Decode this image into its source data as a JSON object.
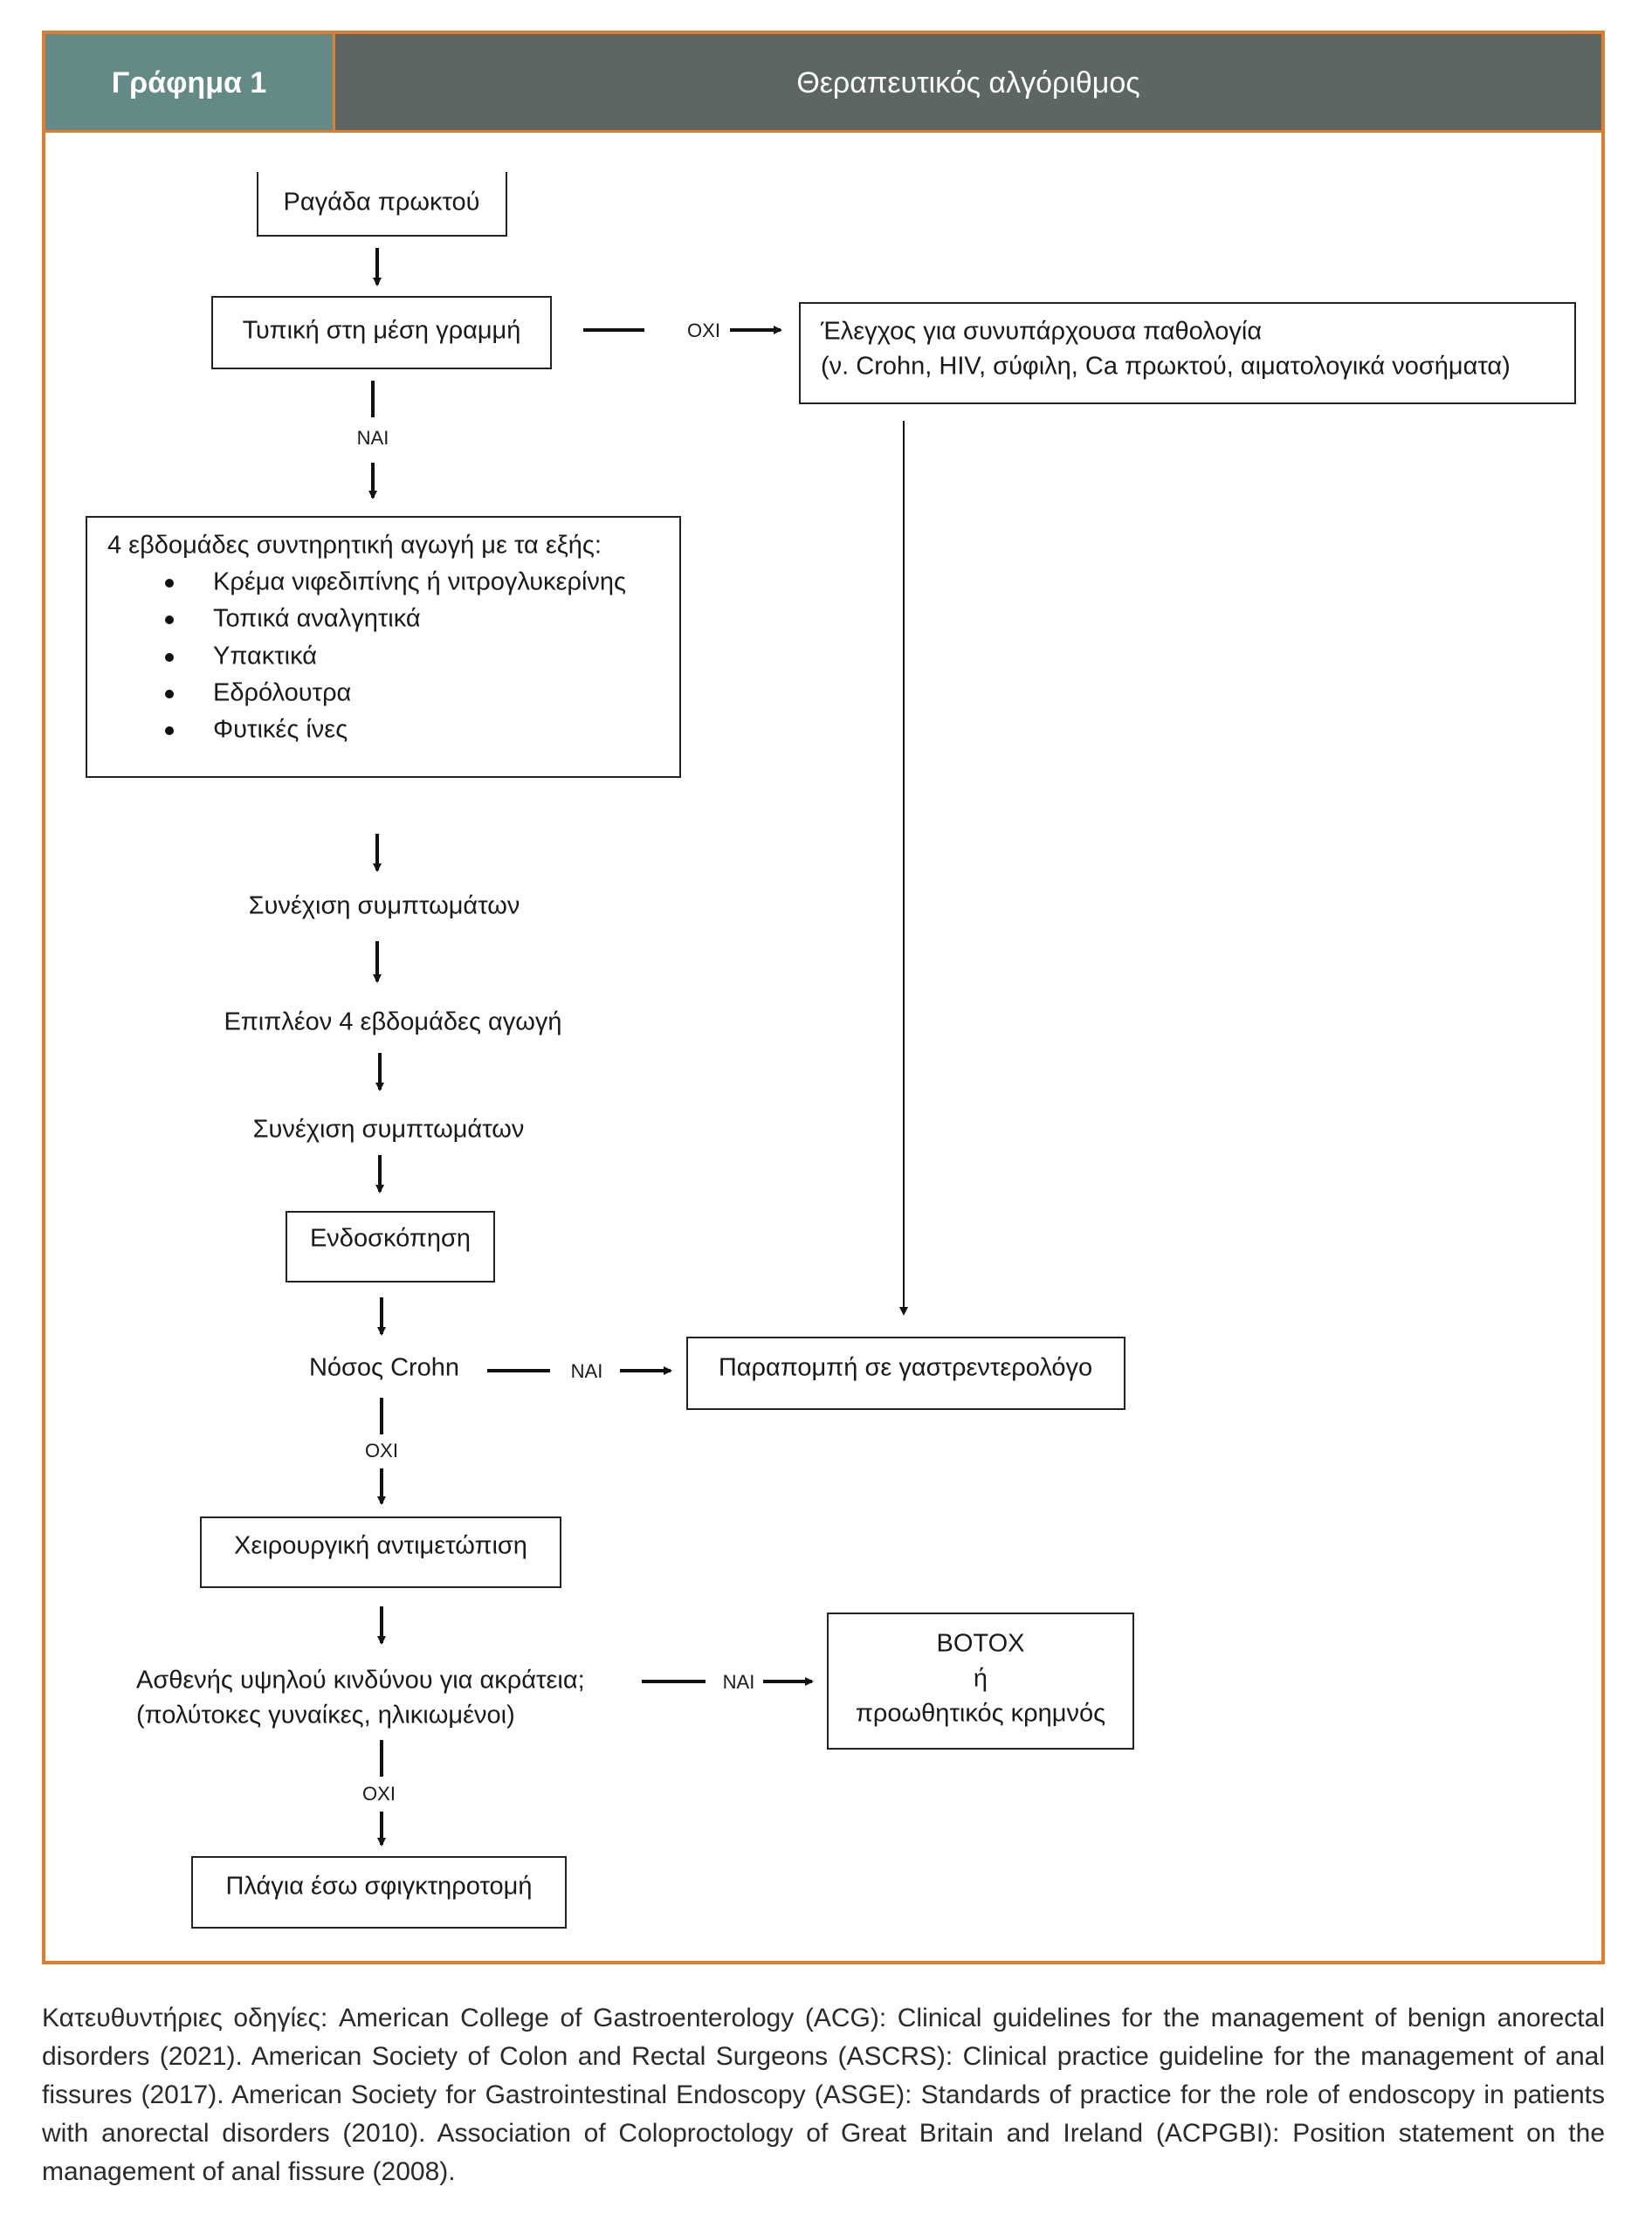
{
  "header": {
    "figure_label": "Γράφημα 1",
    "title": "Θεραπευτικός αλγόριθμος"
  },
  "nodes": {
    "anal_fissure": "Ραγάδα πρωκτού",
    "typical_midline": "Τυπική στη μέση γραμμή",
    "comorbidity_line1": "Έλεγχος για συνυπάρχουσα παθολογία",
    "comorbidity_line2": "(ν. Crohn, HIV, σύφιλη, Ca πρωκτού, αιματολογικά νοσήματα)",
    "conservative_title": "4 εβδομάδες συντηρητική αγωγή με τα εξής:",
    "conservative_items": [
      "Κρέμα νιφεδιπίνης ή νιτρογλυκερίνης",
      "Τοπικά αναλγητικά",
      "Υπακτικά",
      "Εδρόλουτρα",
      "Φυτικές ίνες"
    ],
    "persisting_symptoms_1": "Συνέχιση συμπτωμάτων",
    "additional_treatment": "Επιπλέον 4 εβδομάδες αγωγή",
    "persisting_symptoms_2": "Συνέχιση συμπτωμάτων",
    "endoscopy": "Ενδοσκόπηση",
    "crohn_disease": "Νόσος Crohn",
    "gastro_referral": "Παραπομπή σε γαστρεντερολόγο",
    "surgical_treatment": "Χειρουργική αντιμετώπιση",
    "high_risk_line1": "Ασθενής υψηλού κινδύνου για ακράτεια;",
    "high_risk_line2": "(πολύτοκες γυναίκες, ηλικιωμένοι)",
    "botox_line1": "BOTOX",
    "botox_line2": "ή",
    "botox_line3": "προωθητικός κρημνός",
    "sphincterotomy": "Πλάγια έσω σφιγκτηροτομή"
  },
  "edge_labels": {
    "midline_no": "ΟΧΙ",
    "midline_yes": "ΝΑΙ",
    "crohn_yes": "ΝΑΙ",
    "crohn_no": "ΟΧΙ",
    "risk_yes": "ΝΑΙ",
    "risk_no": "ΟΧΙ"
  },
  "footer": {
    "text": "Κατευθυντήριες οδηγίες: American College of Gastroenterology (ACG): Clinical guidelines for the management of benign anorectal disorders (2021). American Society of Colon and Rectal Surgeons (ASCRS): Clinical practice guideline for the management of anal fissures (2017). American Society for Gastrointestinal Endoscopy (ASGE): Standards of practice for the role of endoscopy in patients with anorectal disorders (2010). Association of Coloproctology of Great Britain and Ireland (ACPGBI): Position statement on the management of anal fissure (2008)."
  },
  "colors": {
    "frame_border": "#e07c2c",
    "header_label_bg": "#638a86",
    "header_title_bg": "#5c6662"
  }
}
